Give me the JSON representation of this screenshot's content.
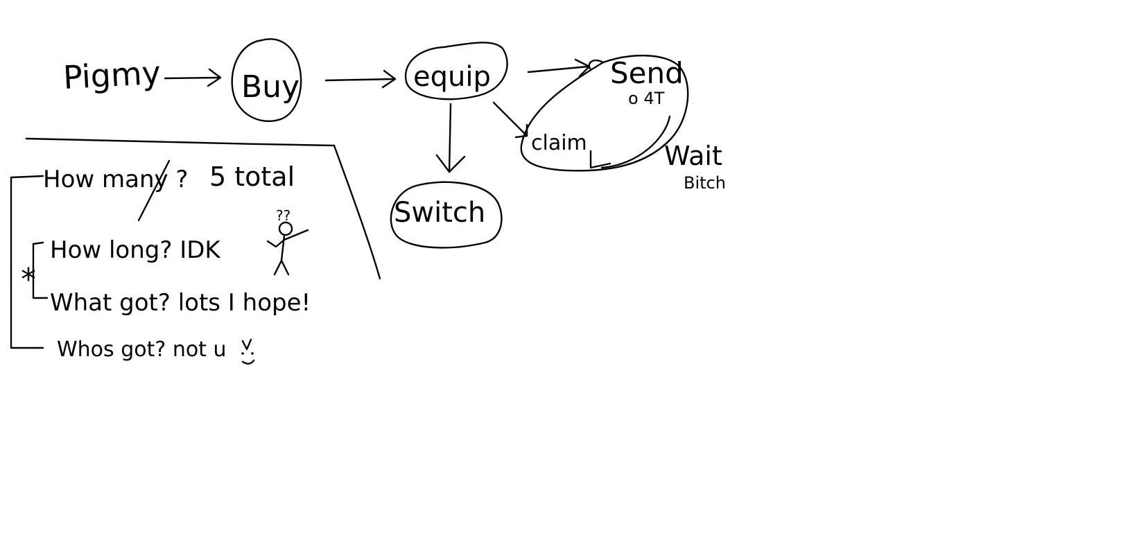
{
  "diagram": {
    "flow": {
      "pigmy": "Pigmy",
      "buy": "Buy",
      "equip": "equip",
      "send": "Send",
      "send_sub": "o 4T",
      "claim": "claim",
      "wait": "Wait",
      "wait_sub": "Bitch",
      "switch": "Switch"
    },
    "notes": {
      "how_many": "How many ?",
      "total": "5 total",
      "how_long": "How long? IDK",
      "stick_question": "??",
      "what_got": "What got? lots I hope!",
      "whos_got": "Whos got? not u",
      "asterisk": "*"
    }
  },
  "colors": {
    "ink": "#000000",
    "background": "#ffffff"
  }
}
